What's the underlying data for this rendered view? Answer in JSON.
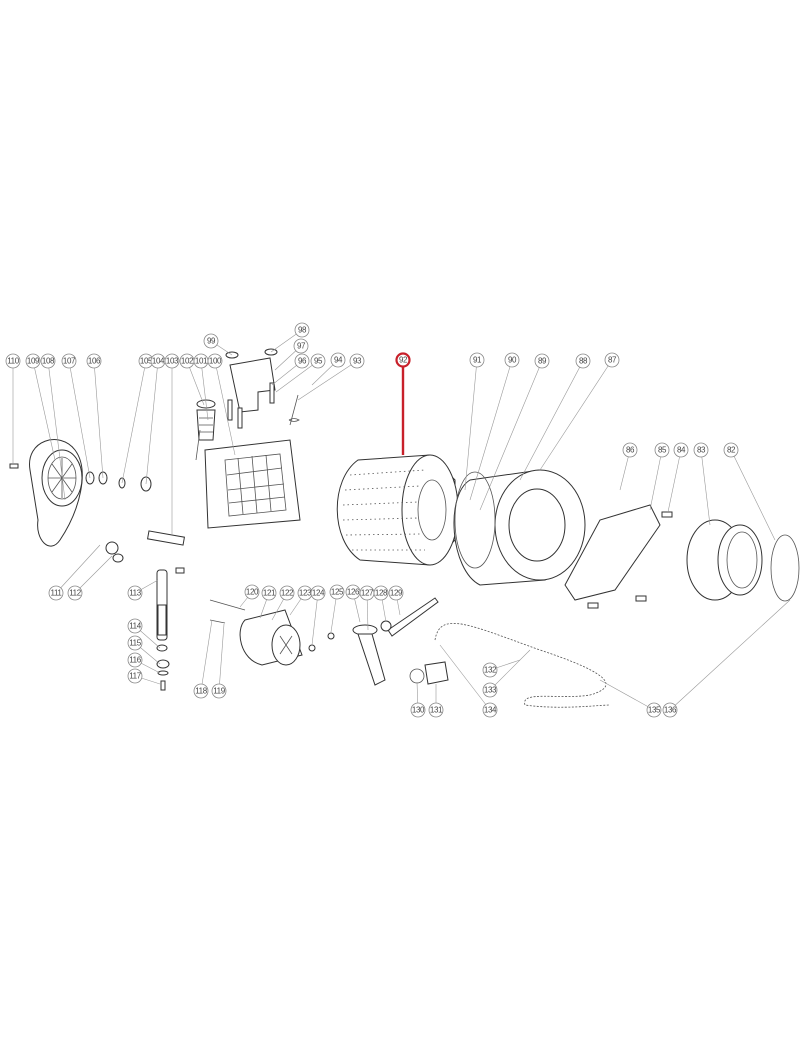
{
  "diagram": {
    "title": "Exploded parts diagram – washing machine drum assembly",
    "highlight_color": "#c8202a",
    "highlighted_part": "92",
    "callouts": [
      "110",
      "109",
      "108",
      "107",
      "106",
      "105",
      "104",
      "103",
      "102",
      "101",
      "100",
      "99",
      "98",
      "97",
      "96",
      "95",
      "94",
      "93",
      "92",
      "91",
      "90",
      "89",
      "88",
      "87",
      "86",
      "85",
      "84",
      "83",
      "82",
      "111",
      "112",
      "113",
      "120",
      "121",
      "122",
      "123",
      "124",
      "125",
      "126",
      "127",
      "128",
      "129",
      "114",
      "115",
      "116",
      "117",
      "118",
      "119",
      "130",
      "131",
      "132",
      "133",
      "134",
      "135",
      "136"
    ]
  }
}
